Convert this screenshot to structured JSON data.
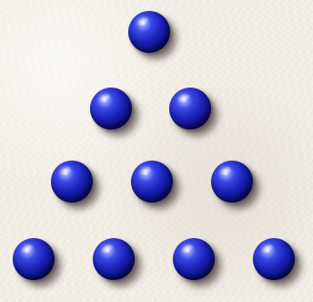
{
  "board": {
    "rows": [
      {
        "row": 1,
        "pegs": [
          {
            "hole": 1,
            "filled": true
          }
        ]
      },
      {
        "row": 2,
        "pegs": [
          {
            "hole": 2,
            "filled": true
          },
          {
            "hole": 3,
            "filled": true
          }
        ]
      },
      {
        "row": 3,
        "pegs": [
          {
            "hole": 4,
            "filled": true
          },
          {
            "hole": 5,
            "filled": true
          },
          {
            "hole": 6,
            "filled": true
          }
        ]
      },
      {
        "row": 4,
        "pegs": [
          {
            "hole": 7,
            "filled": true
          },
          {
            "hole": 8,
            "filled": true
          },
          {
            "hole": 9,
            "filled": true
          },
          {
            "hole": 10,
            "filled": true
          }
        ]
      }
    ],
    "peg_color": "#1c23b8",
    "background_color": "#f3efe7"
  }
}
